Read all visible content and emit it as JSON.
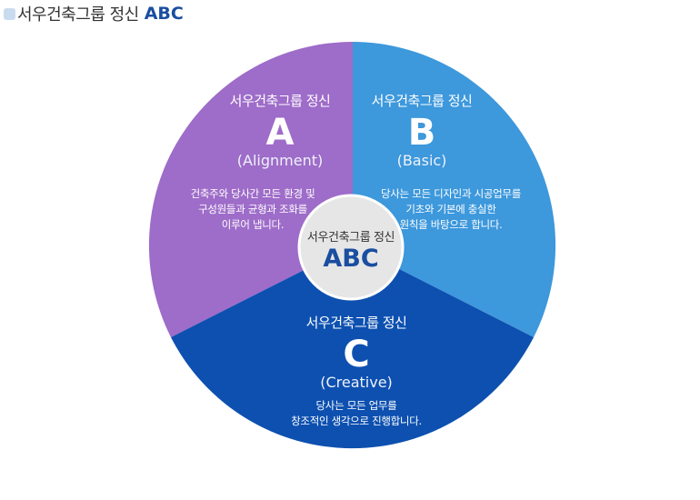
{
  "header": {
    "title": "서우건축그룹 정신",
    "accent": "ABC"
  },
  "colors": {
    "a": "#9e6cc9",
    "b": "#3d98dc",
    "c": "#0d50b0",
    "center": "#e6e6e6"
  },
  "segments": {
    "a": {
      "title": "서우건축그룹 정신",
      "letter": "A",
      "subtitle": "(Alignment)",
      "desc": [
        "건축주와 당사간 모든 환경 및",
        "구성원들과 균형과 조화를",
        "이루어 냅니다."
      ]
    },
    "b": {
      "title": "서우건축그룹 정신",
      "letter": "B",
      "subtitle": "(Basic)",
      "desc": [
        "당사는 모든 디자인과 시공업무를",
        "기초와 기본에 충실한",
        "원칙을 바탕으로 합니다."
      ]
    },
    "c": {
      "title": "서우건축그룹 정신",
      "letter": "C",
      "subtitle": "(Creative)",
      "desc": [
        "당사는 모든 업무를",
        "창조적인 생각으로 진행합니다."
      ]
    }
  },
  "center": {
    "title": "서우건축그룹 정신",
    "abc": "ABC"
  }
}
